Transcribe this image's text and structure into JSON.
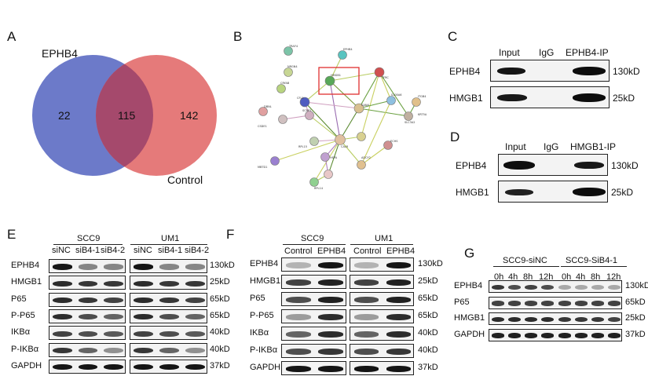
{
  "panels": {
    "A": {
      "label": "A",
      "set_left": "EPHB4",
      "set_right": "Control",
      "only_left": "22",
      "both": "115",
      "only_right": "142",
      "colors": {
        "left": "#6a79c8",
        "right": "#e07070",
        "overlap": "#a04a6a"
      }
    },
    "B": {
      "label": "B",
      "highlight_color": "#e03030",
      "nodes": [
        "TRAF4",
        "EPHB4",
        "NRGN4",
        "HMGB1",
        "TFRC",
        "CRYAB",
        "ITGB4",
        "CFL1",
        "S100A6",
        "CANX",
        "DBNL",
        "SCRP1",
        "KRT5A",
        "CSDE1",
        "SLC3A2",
        "RPL15",
        "CALR",
        "ECHS",
        "HSPA",
        "ADCY2",
        "MBTD1",
        "RPL14"
      ]
    },
    "C": {
      "label": "C",
      "lanes": [
        "Input",
        "IgG",
        "EPHB4-IP"
      ],
      "rows": [
        {
          "name": "EPHB4",
          "size": "130kD"
        },
        {
          "name": "HMGB1",
          "size": "25kD"
        }
      ]
    },
    "D": {
      "label": "D",
      "lanes": [
        "Input",
        "IgG",
        "HMGB1-IP"
      ],
      "rows": [
        {
          "name": "EPHB4",
          "size": "130kD"
        },
        {
          "name": "HMGB1",
          "size": "25kD"
        }
      ]
    },
    "E": {
      "label": "E",
      "groups": [
        {
          "name": "SCC9",
          "lanes": [
            "siNC",
            "siB4-1",
            "siB4-2"
          ]
        },
        {
          "name": "UM1",
          "lanes": [
            "siNC",
            "siB4-1",
            "siB4-2"
          ]
        }
      ],
      "rows": [
        {
          "name": "EPHB4",
          "size": "130kD"
        },
        {
          "name": "HMGB1",
          "size": "25kD"
        },
        {
          "name": "P65",
          "size": "65kD"
        },
        {
          "name": "P-P65",
          "size": "65kD"
        },
        {
          "name": "IKBα",
          "size": "40kD"
        },
        {
          "name": "P-IKBα",
          "size": "40kD"
        },
        {
          "name": "GAPDH",
          "size": "37kD"
        }
      ]
    },
    "F": {
      "label": "F",
      "groups": [
        {
          "name": "SCC9",
          "lanes": [
            "Control",
            "EPHB4"
          ]
        },
        {
          "name": "UM1",
          "lanes": [
            "Control",
            "EPHB4"
          ]
        }
      ],
      "rows": [
        {
          "name": "EPHB4",
          "size": "130kD"
        },
        {
          "name": "HMGB1",
          "size": "25kD"
        },
        {
          "name": "P65",
          "size": "65kD"
        },
        {
          "name": "P-P65",
          "size": "65kD"
        },
        {
          "name": "IKBα",
          "size": "40kD"
        },
        {
          "name": "P-IKBα",
          "size": "40kD"
        },
        {
          "name": "GAPDH",
          "size": "37kD"
        }
      ]
    },
    "G": {
      "label": "G",
      "groups": [
        {
          "name": "SCC9-siNC",
          "lanes": [
            "0h",
            "4h",
            "8h",
            "12h"
          ]
        },
        {
          "name": "SCC9-SiB4-1",
          "lanes": [
            "0h",
            "4h",
            "8h",
            "12h"
          ]
        }
      ],
      "rows": [
        {
          "name": "EPHB4",
          "size": "130kD"
        },
        {
          "name": "P65",
          "size": "65kD"
        },
        {
          "name": "HMGB1",
          "size": "25kD"
        },
        {
          "name": "GAPDH",
          "size": "37kD"
        }
      ]
    }
  }
}
